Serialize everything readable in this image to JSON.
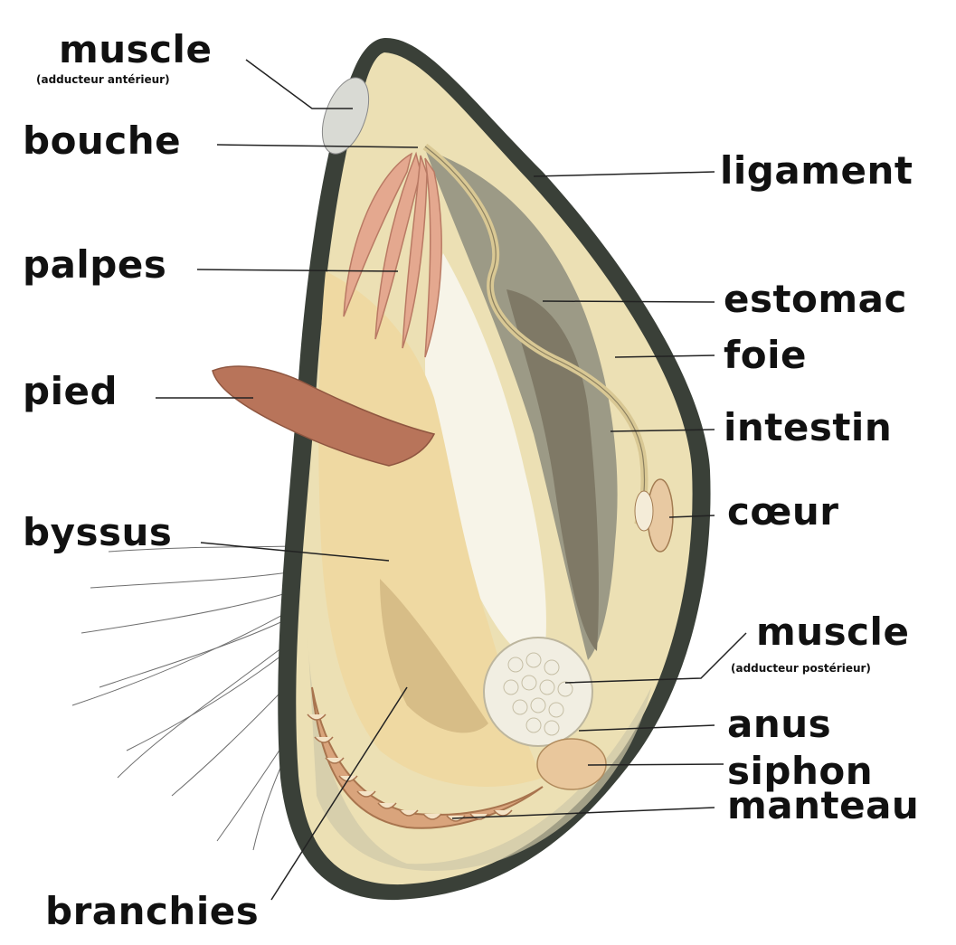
{
  "labels": {
    "muscle_anterior": "muscle",
    "muscle_anterior_note": "(adducteur antérieur)",
    "bouche": "bouche",
    "palpes": "palpes",
    "pied": "pied",
    "byssus": "byssus",
    "branchies": "branchies",
    "ligament": "ligament",
    "estomac": "estomac",
    "foie": "foie",
    "intestin": "intestin",
    "coeur": "cœur",
    "muscle_posterior": "muscle",
    "muscle_posterior_note": "(adducteur postérieur)",
    "anus": "anus",
    "siphon": "siphon",
    "manteau": "manteau"
  },
  "colors": {
    "shell": "#3a4038",
    "shell_inner": "#e9d9a0",
    "flesh": "#f1dfae",
    "palps": "#e3a58e",
    "foot": "#b9755a",
    "organ_grey": "#9a9a86",
    "liver": "#8d8470",
    "gills": "#d8a37c",
    "leader_line": "#222222"
  }
}
